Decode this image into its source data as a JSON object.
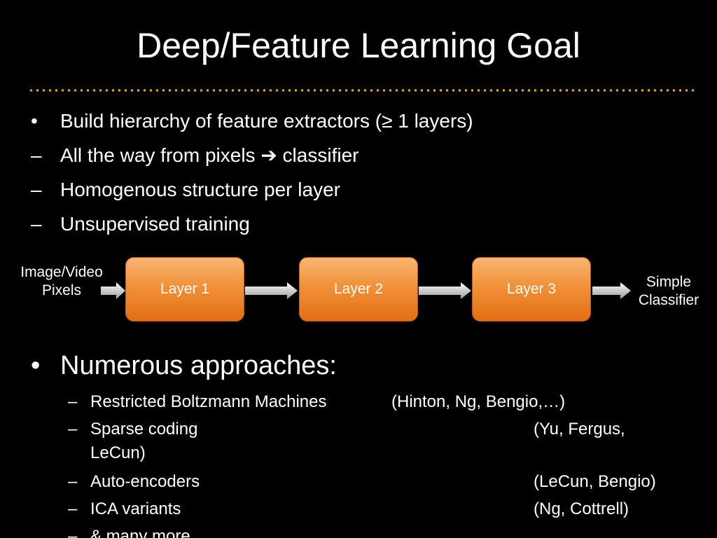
{
  "slide": {
    "title": "Deep/Feature Learning Goal",
    "accent_color": "#d9a43a",
    "bullets": [
      {
        "marker": "•",
        "text": "Build hierarchy of feature extractors (≥ 1 layers)"
      },
      {
        "marker": "–",
        "text": "All the way from pixels ➔ classifier"
      },
      {
        "marker": "–",
        "text": "Homogenous structure per layer"
      },
      {
        "marker": "–",
        "text": "Unsupervised training"
      }
    ],
    "pipeline": {
      "input_label_line1": "Image/Video",
      "input_label_line2": "Pixels",
      "layers": [
        "Layer 1",
        "Layer 2",
        "Layer 3"
      ],
      "output_label_line1": "Simple",
      "output_label_line2": "Classifier",
      "box_color": "#f1913a"
    },
    "approaches": {
      "marker": "•",
      "heading": "Numerous approaches:",
      "items": [
        {
          "marker": "–",
          "name": "Restricted Boltzmann Machines",
          "cite": "(Hinton, Ng, Bengio,…)"
        },
        {
          "marker": "–",
          "name": "Sparse coding",
          "cite": "(Yu, Fergus,",
          "cite_cont": "LeCun)"
        },
        {
          "marker": "–",
          "name": "Auto-encoders",
          "cite": "(LeCun, Bengio)"
        },
        {
          "marker": "–",
          "name": "ICA variants",
          "cite": "(Ng, Cottrell)"
        },
        {
          "marker": "–",
          "name": "& many more…."
        }
      ]
    }
  }
}
